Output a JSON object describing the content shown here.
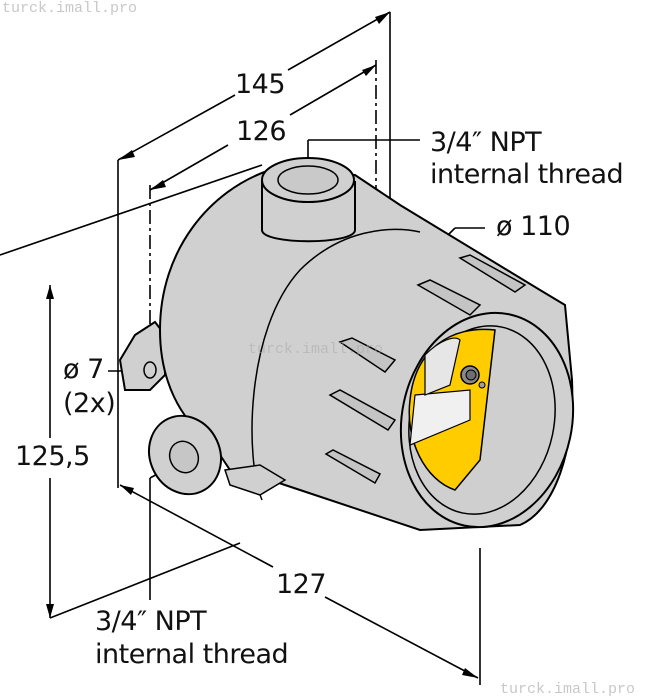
{
  "drawing": {
    "subject": "Cylindrical housing with 3/4\" NPT ports",
    "colors": {
      "body": "#d0d0d0",
      "body_shadow": "#b8b8b8",
      "accent_yellow": "#ffcc00",
      "line": "#000000",
      "window": "#f2f2f2"
    }
  },
  "dimensions": {
    "length_overall": "145",
    "length_body": "126",
    "depth": "127",
    "height": "125,5",
    "diameter_body": "ø 110",
    "hole_diameter": "ø 7",
    "hole_count": "(2x)"
  },
  "callouts": {
    "top_port_line1": "3/4″ NPT",
    "top_port_line2": "internal thread",
    "side_port_line1": "3/4″ NPT",
    "side_port_line2": "internal thread"
  },
  "watermarks": {
    "top_left": "turck.imall.pro",
    "center": "turck.imall.pro",
    "bottom_right": "turck.imall.pro"
  }
}
